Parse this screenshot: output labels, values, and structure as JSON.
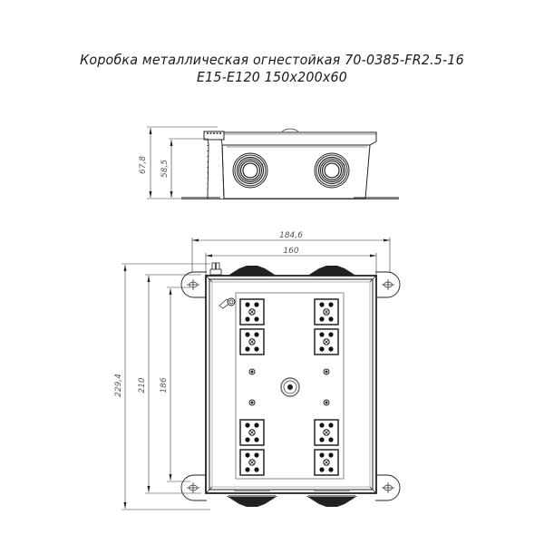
{
  "title": {
    "line1": "Коробка металлическая огнестойкая 70-0385-FR2.5-16",
    "line2": "E15-E120 150x200x60"
  },
  "dimensions": {
    "side_total_height": "67,8",
    "side_body_height": "58,5",
    "overall_width": "184,6",
    "body_width": "160",
    "overall_height": "229,4",
    "mount_spacing": "210",
    "body_height": "186"
  },
  "colors": {
    "line": "#1a1a1a",
    "dim_line": "#333333",
    "dim_text": "#555555",
    "fill_dark": "#222222",
    "fill_gray": "#bdbdbd"
  }
}
